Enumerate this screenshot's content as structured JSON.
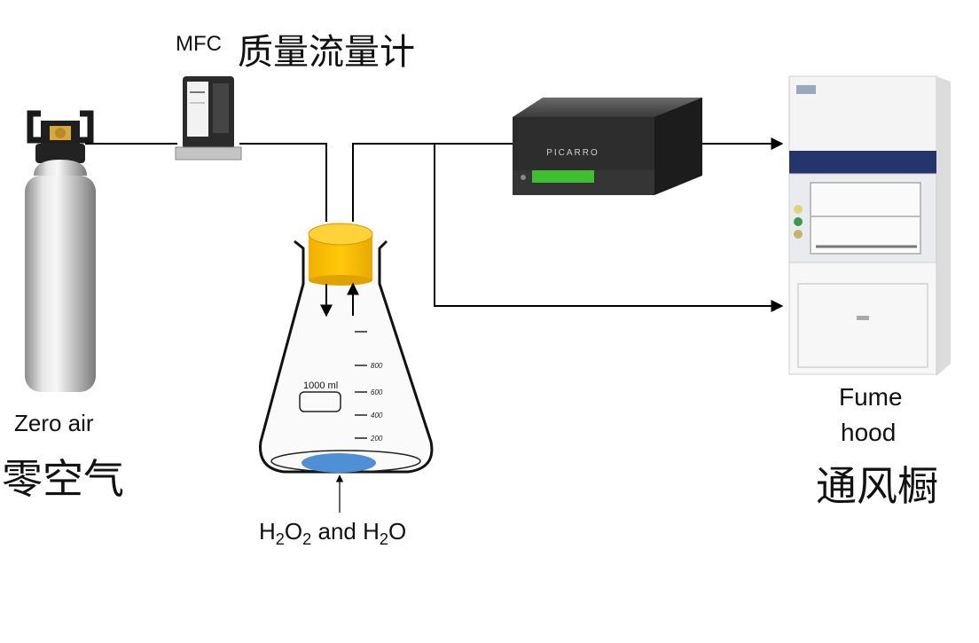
{
  "mfc": {
    "prefix": "MFC",
    "zh": "质量流量计"
  },
  "cylinder": {
    "en": "Zero air",
    "zh": "零空气"
  },
  "flask": {
    "volume_label": "1000 ml",
    "graduations": [
      "800",
      "600",
      "400",
      "200"
    ]
  },
  "solution": {
    "h1": "H",
    "s1": "2",
    "o1": "O",
    "s2": "2",
    "and": " and ",
    "h2": "H",
    "s3": "2",
    "o2": "O"
  },
  "analyzer": {
    "brand": "PICARRO"
  },
  "hood": {
    "en_line1": "Fume",
    "en_line2": "hood",
    "zh": "通风橱"
  },
  "colors": {
    "stopper": "#f6bc00",
    "liquid": "#4f8fd6",
    "analyzer_accent": "#3fbf2f",
    "hood_band": "#23356b"
  }
}
